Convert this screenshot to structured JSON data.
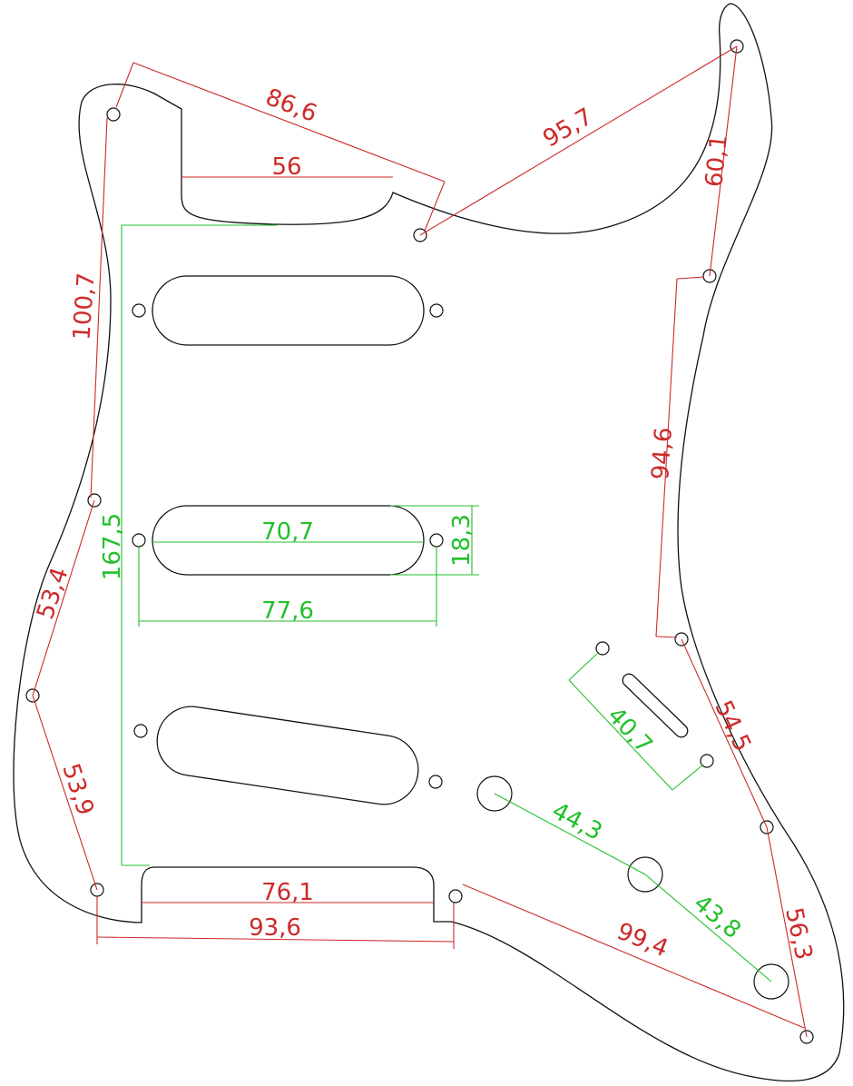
{
  "colors": {
    "outline": "#111111",
    "dim_red": "#cc2a2a",
    "dim_green": "#22c02a",
    "background": "#ffffff"
  },
  "dimensions": {
    "d86_6": "86,6",
    "d56": "56",
    "d95_7": "95,7",
    "d60_1": "60,1",
    "d100_7": "100,7",
    "d167_5": "167,5",
    "d94_6": "94,6",
    "d70_7": "70,7",
    "d18_3": "18,3",
    "d77_6": "77,6",
    "d53_4": "53,4",
    "d40_7": "40,7",
    "d54_5": "54,5",
    "d44_3": "44,3",
    "d53_9": "53,9",
    "d43_8": "43,8",
    "d76_1": "76,1",
    "d56_3": "56,3",
    "d93_6": "93,6",
    "d99_4": "99,4"
  }
}
